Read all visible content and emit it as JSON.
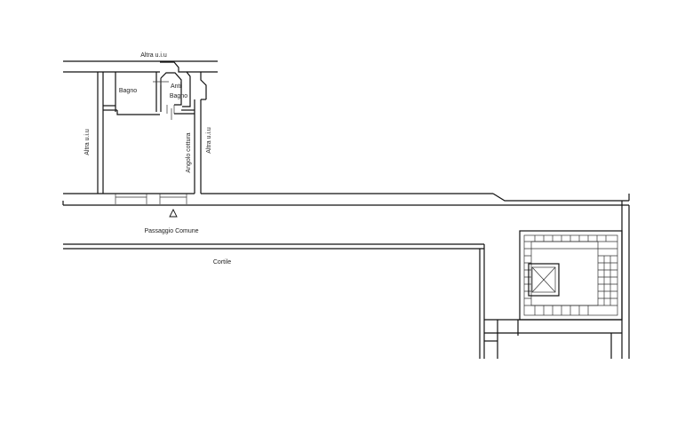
{
  "plan": {
    "labels": {
      "altra_top": "Altra u.i.u",
      "altra_left": "Altra u.i.u",
      "altra_right": "Altra u.i.u",
      "bagno": "Bagno",
      "anti": "Anti",
      "bagno2": "Bagno",
      "angolo": "Angolo cottura",
      "passaggio": "Passaggio Comune",
      "cortile": "Cortile"
    },
    "icons": [
      "entrance-triangle-icon",
      "elevator-icon",
      "staircase-icon"
    ]
  }
}
